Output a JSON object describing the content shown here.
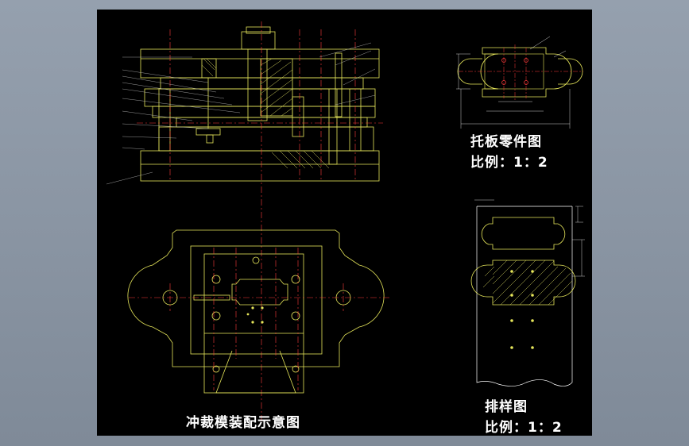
{
  "titles": {
    "main_assembly": "冲裁模装配示意图",
    "pallet_part": "托板零件图",
    "pallet_scale": "比例：1：2",
    "strip_layout": "排样图",
    "strip_scale": "比例：1：2"
  },
  "colors": {
    "background": "#000000",
    "outline": "#e6e65a",
    "centerline": "#ff3b3b",
    "dimension": "#ffffff",
    "hatch": "#d8d860",
    "leader": "#c0c0c0",
    "frame": "#9aa4b2"
  }
}
